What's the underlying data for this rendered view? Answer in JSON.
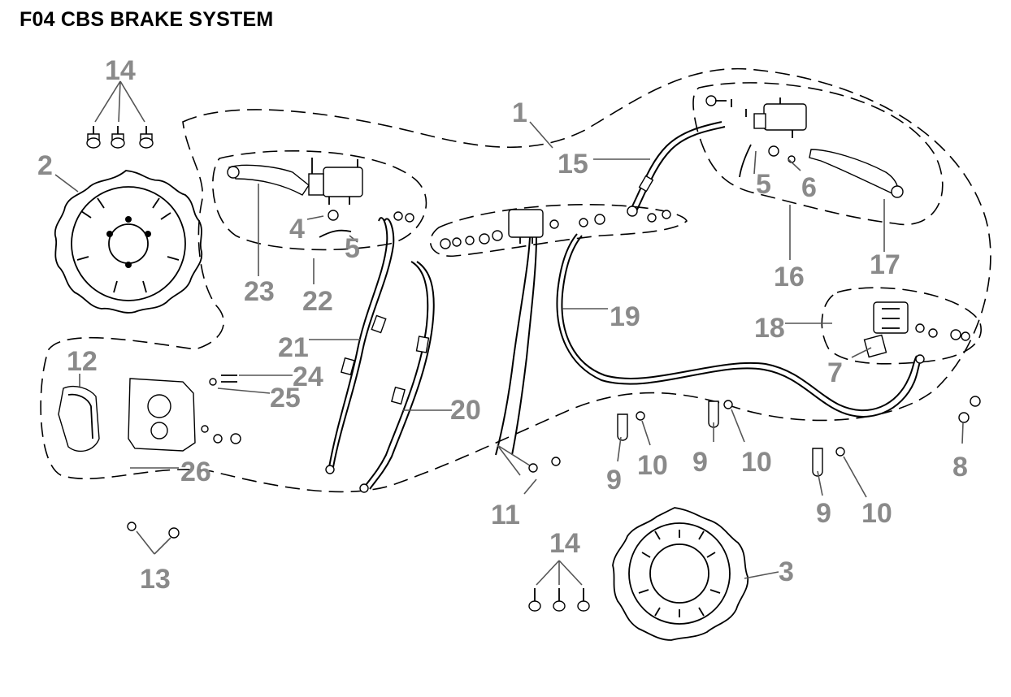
{
  "title": "F04 CBS BRAKE SYSTEM",
  "callouts": {
    "c1": "1",
    "c2": "2",
    "c3": "3",
    "c4": "4",
    "c5a": "5",
    "c5b": "5",
    "c6": "6",
    "c7": "7",
    "c8": "8",
    "c9a": "9",
    "c9b": "9",
    "c9c": "9",
    "c10a": "10",
    "c10b": "10",
    "c10c": "10",
    "c11": "11",
    "c12": "12",
    "c13": "13",
    "c14a": "14",
    "c14b": "14",
    "c15": "15",
    "c16": "16",
    "c17": "17",
    "c18": "18",
    "c19": "19",
    "c20": "20",
    "c21": "21",
    "c22": "22",
    "c23": "23",
    "c24": "24",
    "c25": "25",
    "c26": "26"
  },
  "colors": {
    "callout_text": "#8a8a8a",
    "line_art": "#000000",
    "background": "#ffffff"
  }
}
